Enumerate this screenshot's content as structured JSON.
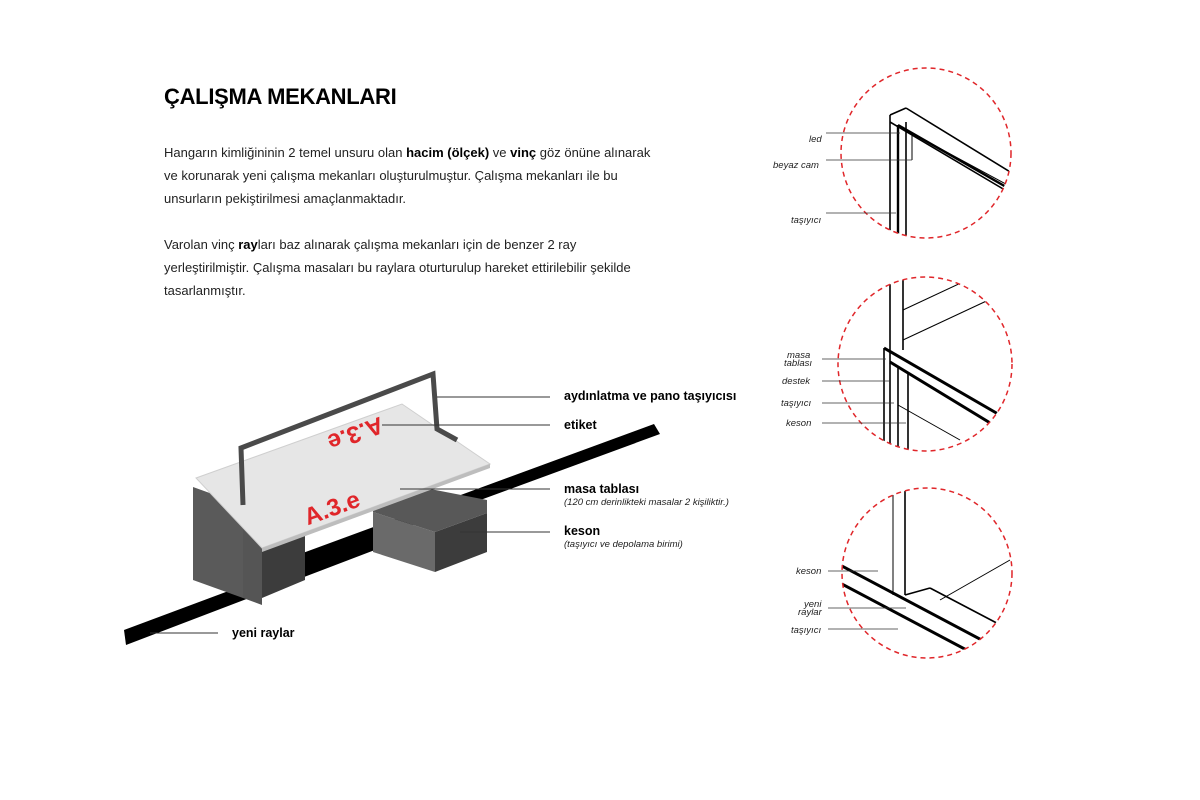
{
  "title": "ÇALIŞMA MEKANLARI",
  "paragraph1": {
    "t1": "Hangarın kimliğininin 2 temel unsuru olan ",
    "b1": "hacim (ölçek)",
    "t2": "  ve ",
    "b2": "vinç",
    "t3": " göz önüne alınarak ve korunarak yeni çalışma mekanları oluşturulmuştur. Çalışma mekanları ile bu unsurların pekiştirilmesi amaçlanmaktadır."
  },
  "paragraph2": {
    "t1": "Varolan vinç ",
    "b1": "ray",
    "t2": "ları baz alınarak çalışma mekanları için de benzer 2 ray yerleştirilmiştir. Çalışma masaları bu raylara oturturulup hareket ettirilebilir şekilde tasarlanmıştır."
  },
  "main_diagram": {
    "table_label_text": "A.3.e",
    "callouts": {
      "lighting": "aydınlatma ve pano taşıyıcısı",
      "tag": "etiket",
      "tabletop": "masa tablası",
      "tabletop_note": "(120 cm derinlikteki masalar 2 kişiliktir.)",
      "caisson": "keson",
      "caisson_note": "(taşıyıcı ve depolama birimi)",
      "rails": "yeni raylar"
    }
  },
  "detail_top": {
    "led": "led",
    "glass": "beyaz cam",
    "carrier": "taşıyıcı"
  },
  "detail_middle": {
    "tabletop_1": "masa",
    "tabletop_2": "tablası",
    "support": "destek",
    "carrier": "taşıyıcı",
    "caisson": "keson"
  },
  "detail_bottom": {
    "caisson": "keson",
    "rails_1": "yeni",
    "rails_2": "raylar",
    "carrier": "taşıyıcı"
  },
  "colors": {
    "accent_red": "#e0262a",
    "dark_gray": "#4d4d4d",
    "mid_gray": "#5e5e5e",
    "table_top": "#e6e6e6",
    "rail": "#000000"
  }
}
